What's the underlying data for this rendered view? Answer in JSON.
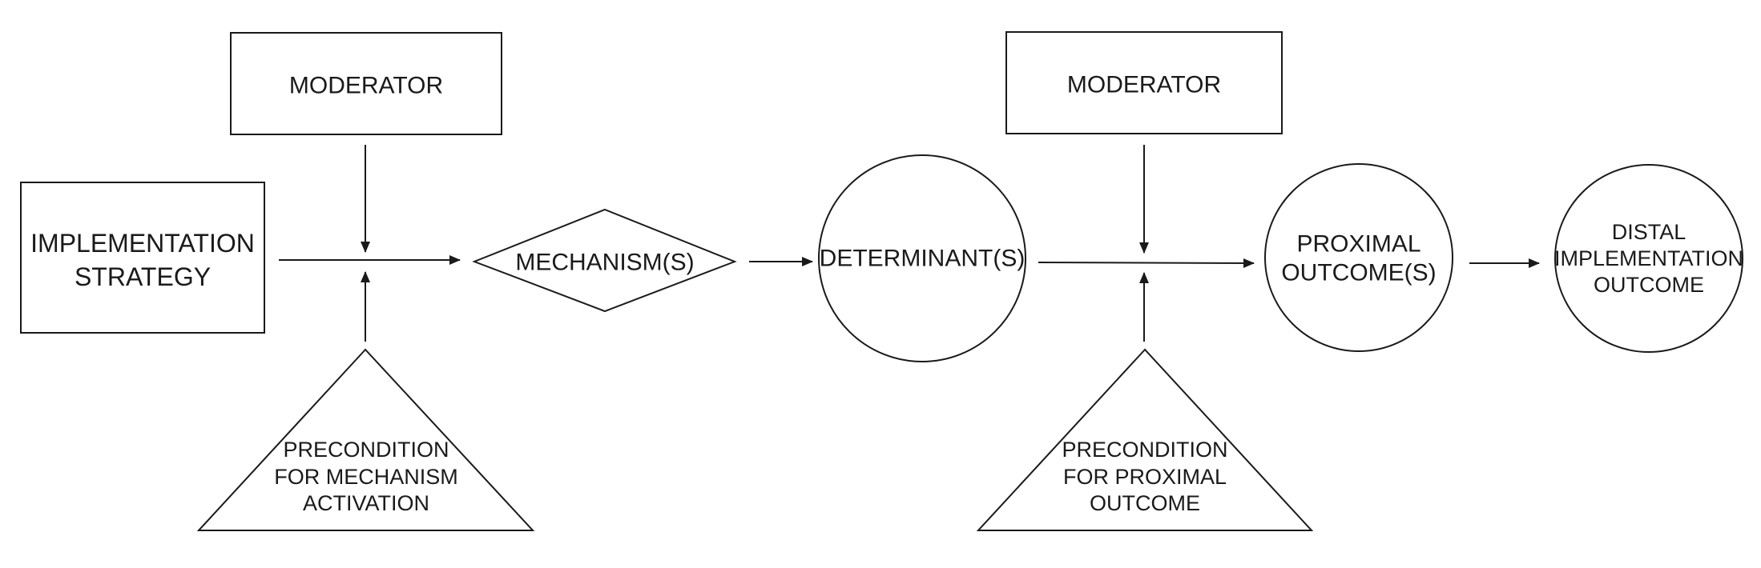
{
  "diagram": {
    "moderator_left": "MODERATOR",
    "moderator_right": "MODERATOR",
    "strategy": [
      "IMPLEMENTATION",
      "STRATEGY"
    ],
    "mechanism": "MECHANISM(S)",
    "determinant": "DETERMINANT(S)",
    "proximal": [
      "PROXIMAL",
      "OUTCOME(S)"
    ],
    "distal": [
      "DISTAL",
      "IMPLEMENTATION",
      "OUTCOME"
    ],
    "precondition_mechanism": [
      "PRECONDITION",
      "FOR MECHANISM",
      "ACTIVATION"
    ],
    "precondition_proximal": [
      "PRECONDITION",
      "FOR PROXIMAL",
      "OUTCOME"
    ]
  }
}
